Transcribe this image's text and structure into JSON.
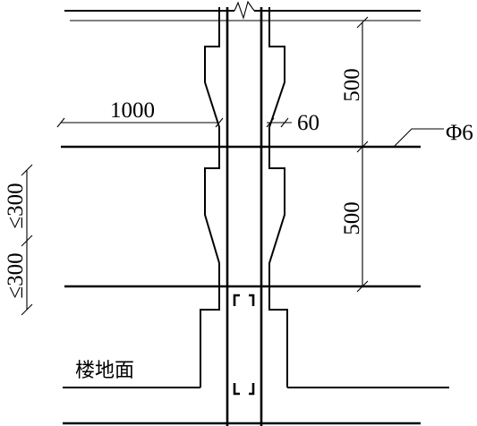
{
  "dimensions": {
    "upper_spacing": "500",
    "lower_spacing": "500",
    "tie_length": "1000",
    "tie_offset": "60",
    "spacing_upper_max": "≤300",
    "spacing_lower_max": "≤300"
  },
  "rebar_label": "Φ6",
  "floor_label": "楼地面"
}
